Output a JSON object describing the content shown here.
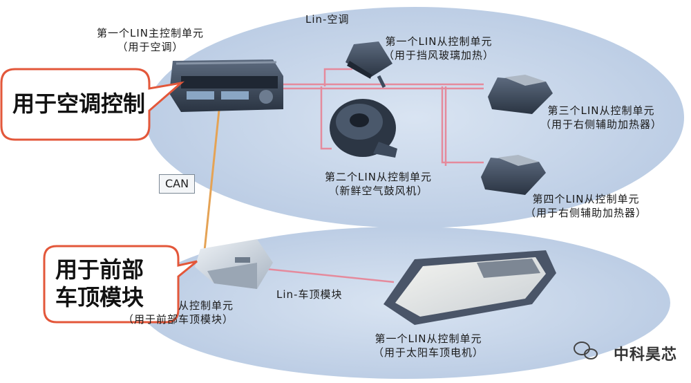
{
  "bus_labels": {
    "lin_ac": "Lin-空调",
    "lin_roof": "Lin-车顶模块",
    "can": "CAN"
  },
  "units": {
    "master": {
      "line1": "第一个LIN主控制单元",
      "line2": "（用于空调）"
    },
    "slave1": {
      "line1": "第一个LIN从控制单元",
      "line2": "（用于挡风玻璃加热）"
    },
    "slave2": {
      "line1": "第二个LIN从控制单元",
      "line2": "（新鲜空气鼓风机）"
    },
    "slave3": {
      "line1": "第三个LIN从控制单元",
      "line2": "（用于右侧辅助加热器）"
    },
    "slave4": {
      "line1": "第四个LIN从控制单元",
      "line2": "（用于右侧辅助加热器）"
    },
    "roof_master": {
      "line1": "从控制单元",
      "line2": "（用于前部车顶模块）"
    },
    "sunroof": {
      "line1": "第一个LIN从控制单元",
      "line2": "（用于太阳车顶电机）"
    }
  },
  "callouts": {
    "ac": "用于空调控制",
    "roof_line1": "用于前部",
    "roof_line2": "车顶模块"
  },
  "brand": {
    "name": "中科昊芯",
    "icon": "wechat-icon"
  },
  "colors": {
    "ellipse_fill": "#c4d4e8",
    "lin_wire": "#e58a9c",
    "can_wire": "#e5a355",
    "callout_border": "#e3573a",
    "device_body": "#3d4a5c"
  }
}
